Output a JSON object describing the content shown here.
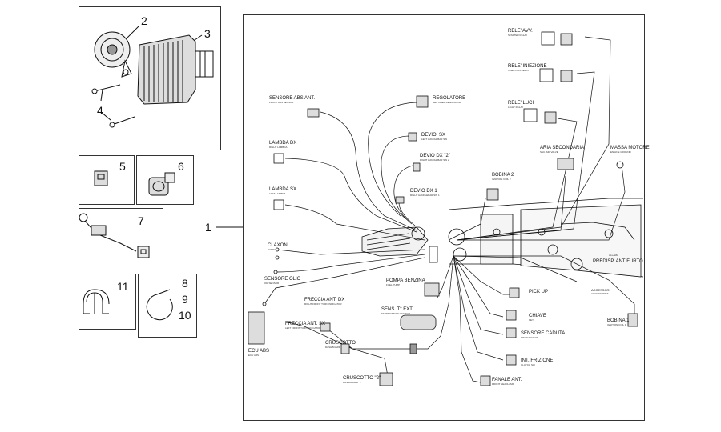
{
  "part_numbers": {
    "horn": "2",
    "regulator": "3",
    "screws": "4",
    "connector_a": "5",
    "connector_b": "6",
    "lead_sensor": "7",
    "clip_a": "8",
    "clip_b": "9",
    "clip_c": "10",
    "clip_double": "11",
    "main_harness": "1"
  },
  "labels": {
    "rele_avv": "RELE' AVV.",
    "rele_avv_sub": "STARTER RELAY",
    "rele_iniezione": "RELE' INIEZIONE",
    "rele_iniezione_sub": "INJECTION RELAY",
    "rele_luci": "RELE' LUCI",
    "rele_luci_sub": "LIGHT RELAY",
    "sensore_abs": "SENSORE ABS ANT.",
    "sensore_abs_sub": "FRONT ABS SENSOR",
    "regolatore": "REGOLATORE",
    "regolatore_sub": "RECTIFIER REGULATOR",
    "lambda_dx": "LAMBDA DX",
    "lambda_dx_sub": "RIGHT LAMBDA",
    "deviod_sx": "DEVIO. SX",
    "deviod_sx_sub": "LEFT HANDLEBAR SW",
    "devio_dx2": "DEVIO DX \"2\"",
    "devio_dx2_sub": "RIGHT HANDLEBAR SW 2",
    "aria_secondaria": "ARIA SECONDARIA",
    "aria_secondaria_sub": "SEC. AIR VALVE",
    "massa_motore": "MASSA MOTORE",
    "massa_motore_sub": "ENGINE GROUND",
    "bobina2": "BOBINA 2",
    "bobina2_sub": "IGNITION COIL 2",
    "lambda_sx": "LAMBDA SX",
    "lambda_sx_sub": "LEFT LAMBDA",
    "devio_dx1": "DEVIO DX 1",
    "devio_dx1_sub": "RIGHT HANDLEBAR SW 1",
    "claxon": "CLAXON",
    "claxon_sub": "HORN",
    "sensore_olio": "SENSORE OLIO",
    "sensore_olio_sub": "OIL SENSOR",
    "pompa_benzina": "POMPA BENZINA",
    "pompa_benzina_sub": "FUEL PUMP",
    "pick_up": "PICK UP",
    "predisp_antifurto": "PREDISP. ANTIFURTO",
    "allarm": "ALLARM",
    "accessori": "ACCESSORI",
    "accessori_sub": "ACCESSORIES",
    "freccia_ant_dx": "FRECCIA ANT. DX",
    "freccia_ant_dx_sub": "RIGHT FRONT TURN INDICATOR",
    "freccia_ant_sx": "FRECCIA ANT. SX",
    "freccia_ant_sx_sub": "LEFT FRONT TURN INDICATOR",
    "sens_t_ext": "SENS. T° EXT",
    "sens_t_ext_sub": "TEMPERATURE SENSOR",
    "chiave": "CHIAVE",
    "chiave_sub": "KEY",
    "sensore_caduta": "SENSORE CADUTA",
    "sensore_caduta_sub": "DROP SENSOR",
    "bobina1": "BOBINA 1",
    "bobina1_sub": "IGNITION COIL 1",
    "cruscotto": "CRUSCOTTO",
    "cruscotto_sub": "DASHBOARD",
    "int_frizione": "INT. FRIZIONE",
    "int_frizione_sub": "CLUTCH SW",
    "ecu_abs": "ECU ABS",
    "ecu_abs_sub": "ECU ABS",
    "cruscotto2": "CRUSCOTTO \"2\"",
    "cruscotto2_sub": "DASHBOARD \"2\"",
    "fanale_ant": "FANALE ANT.",
    "fanale_ant_sub": "FRONT HEADLAMP"
  }
}
